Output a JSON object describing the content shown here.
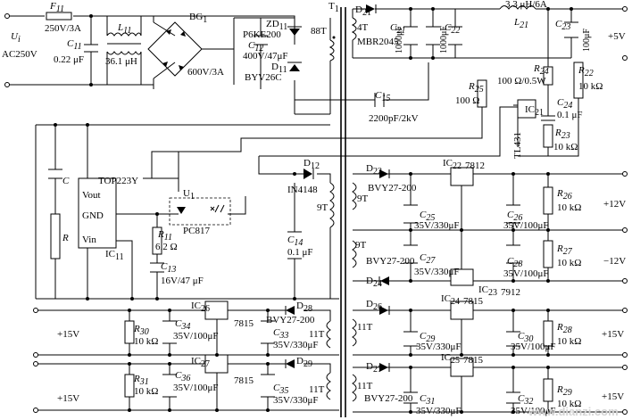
{
  "labels": {
    "ui": "U",
    "ui_sub": "i",
    "ac": "AC250V",
    "f11": "F",
    "f11_sub": "11",
    "fuse": "250V/3A",
    "c11": "C",
    "c11_sub": "11",
    "c11_val": "0.22 μF",
    "l11": "L",
    "l11_sub": "11",
    "l11_val": "36.1 μH",
    "bg1": "BG",
    "bg1_sub": "1",
    "bridge": "600V/3A",
    "zd11": "ZD",
    "zd11_sub": "11",
    "p6ke": "P6KE200",
    "c12": "C",
    "c12_sub": "12",
    "c12_val": "400V/47μF",
    "d11": "D",
    "d11_sub": "11",
    "byv26c": "BYV26C",
    "t1": "T",
    "t1_sub": "1",
    "t88": "88T",
    "d21": "D",
    "d21_sub": "21",
    "t4": "4T",
    "mbr": "MBR2045",
    "c21": "C",
    "c21_sub": "21",
    "c21_val": "1000μF",
    "c22": "C",
    "c22_sub": "22",
    "c22_val": "1000μF",
    "l21_val": "3.3 μH/6A",
    "l21": "L",
    "l21_sub": "21",
    "c23": "C",
    "c23_sub": "23",
    "c23_val": "100μF",
    "plus5v": "+5V",
    "r24": "R",
    "r24_sub": "24",
    "r24_val": "100 Ω/0.5W",
    "r22": "R",
    "r22_sub": "22",
    "r22_val": "10 kΩ",
    "r25": "R",
    "r25_sub": "25",
    "r25_val": "100 Ω",
    "c15": "C",
    "c15_sub": "15",
    "c15_val": "2200pF/2kV",
    "ic21": "IC",
    "ic21_sub": "21",
    "c24": "C",
    "c24_sub": "24",
    "c24_val": "0.1 μF",
    "r23": "R",
    "r23_sub": "23",
    "r23_val": "10 kΩ",
    "tl431": "TL431",
    "top223": "TOP223Y",
    "vout": "Vout",
    "gnd": "GND",
    "vin": "Vin",
    "ic11": "IC",
    "ic11_sub": "11",
    "c_lbl": "C",
    "r_lbl": "R",
    "u1": "U",
    "u1_sub": "1",
    "pc817": "PC817",
    "r11": "R",
    "r11_sub": "11",
    "r11_val": "6.2 Ω",
    "c13": "C",
    "c13_sub": "13",
    "c13_val": "16V/47 μF",
    "d12": "D",
    "d12_sub": "12",
    "in4148": "IN4148",
    "t9": "9T",
    "c14": "C",
    "c14_sub": "14",
    "c14_val": "0.1 μF",
    "d22": "D",
    "d22_sub": "22",
    "ic22": "IC",
    "ic22_sub": "22",
    "ic22_val": "7812",
    "byv_a": "BVY27-200",
    "t9a": "9T",
    "c25": "C",
    "c25_sub": "25",
    "c25_val": "35V/330μF",
    "c26": "C",
    "c26_sub": "26",
    "c26_val": "35V/100μF",
    "r26": "R",
    "r26_sub": "26",
    "r26_val": "10 kΩ",
    "plus12v": "+12V",
    "t9b": "9T",
    "byv_b": "BVY27-200",
    "c27": "C",
    "c27_sub": "27",
    "c27_val": "35V/330μF",
    "c28": "C",
    "c28_sub": "28",
    "c28_val": "35V/100μF",
    "r27": "R",
    "r27_sub": "27",
    "r27_val": "10 kΩ",
    "minus12v": "−12V",
    "d24": "D",
    "d24_sub": "24",
    "ic23": "IC",
    "ic23_sub": "23",
    "ic23_val": "7912",
    "ic26": "IC",
    "ic26_sub": "26",
    "d28": "D",
    "d28_sub": "28",
    "plus15a": "+15V",
    "r30": "R",
    "r30_sub": "30",
    "r30_val": "10 kΩ",
    "c34": "C",
    "c34_sub": "34",
    "c34_val": "35V/100μF",
    "ic26_val": "7815",
    "byv_c": "BVY27-200",
    "c33": "C",
    "c33_sub": "33",
    "c33_val": "35V/330μF",
    "t11a": "11T",
    "d26": "D",
    "d26_sub": "26",
    "ic24": "IC",
    "ic24_sub": "24",
    "ic24_val": "7815",
    "t11b": "11T",
    "c29": "C",
    "c29_sub": "29",
    "c29_val": "35V/330μF",
    "c30": "C",
    "c30_sub": "30",
    "c30_val": "35V/100μF",
    "r28": "R",
    "r28_sub": "28",
    "r28_val": "10 kΩ",
    "plus15b": "+15V",
    "ic27": "IC",
    "ic27_sub": "27",
    "d29": "D",
    "d29_sub": "29",
    "plus15c": "+15V",
    "r31": "R",
    "r31_sub": "31",
    "r31_val": "10 kΩ",
    "c36": "C",
    "c36_sub": "36",
    "c36_val": "35V/100μF",
    "ic27_val": "7815",
    "c35": "C",
    "c35_sub": "35",
    "c35_val": "35V/330μF",
    "t11c": "11T",
    "d27": "D",
    "d27_sub": "27",
    "ic25": "IC",
    "ic25_sub": "25",
    "ic25_val": "7815",
    "t11d": "11T",
    "byv_d": "BVY27-200",
    "c31": "C",
    "c31_sub": "31",
    "c31_val": "35V/330μF",
    "c32": "C",
    "c32_sub": "32",
    "c32_val": "35V/100μF",
    "r29": "R",
    "r29_sub": "29",
    "r29_val": "10 kΩ",
    "plus15d": "+15V",
    "watermark": "www.dianzi.com"
  },
  "colors": {
    "line": "#000000",
    "background": "#ffffff",
    "watermark": "#d4d4d4"
  }
}
